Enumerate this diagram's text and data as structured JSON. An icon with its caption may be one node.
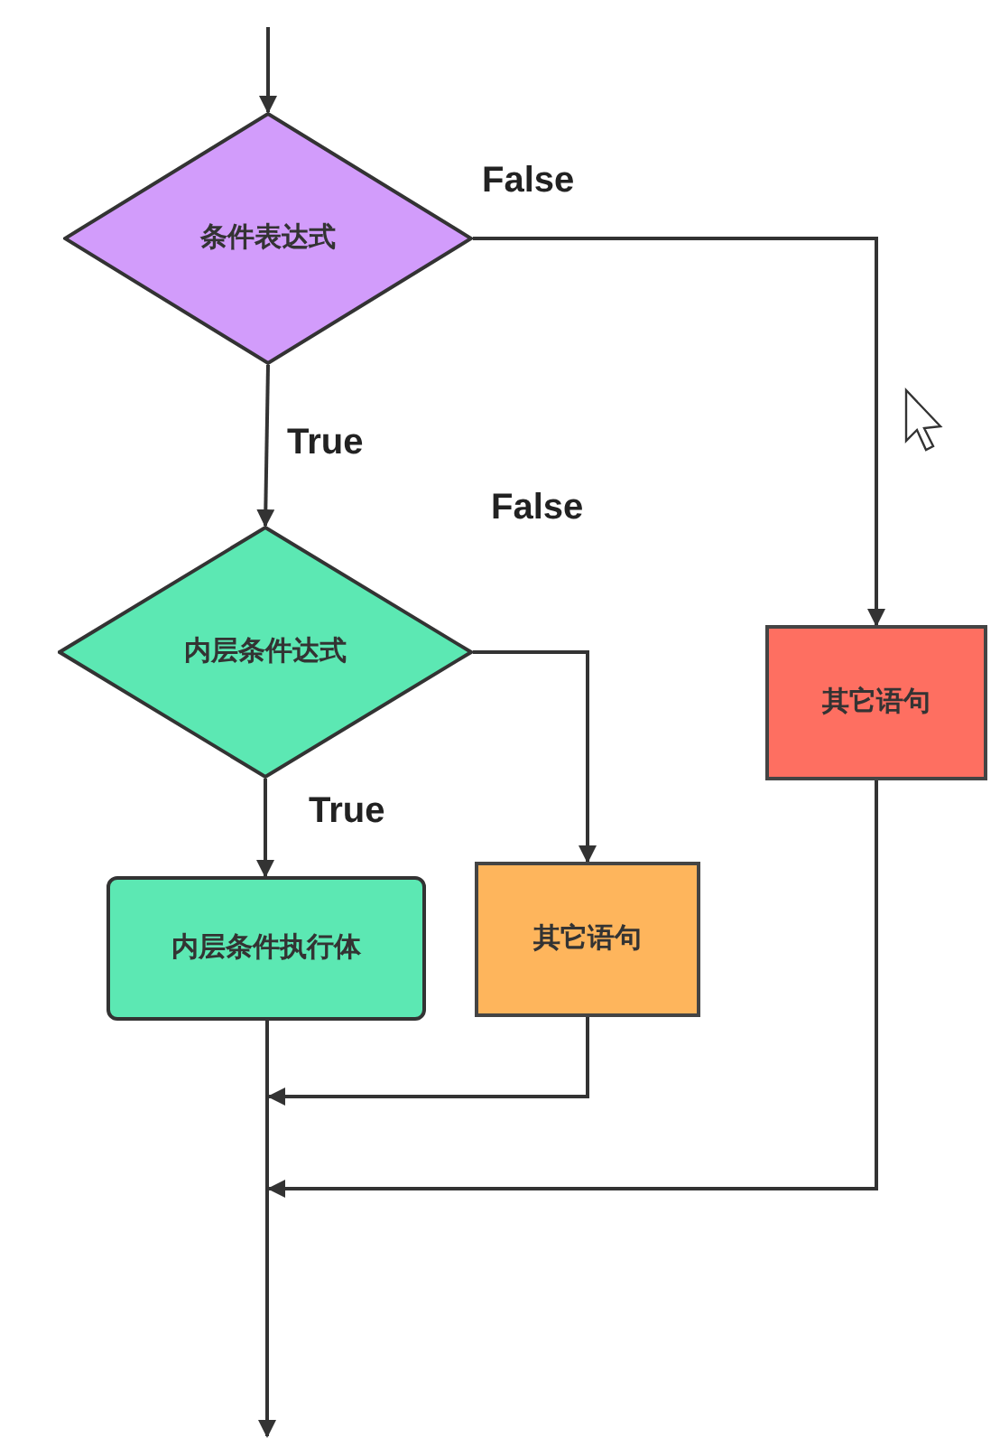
{
  "diagram": {
    "nodes": [
      {
        "text": [
          "条件表达式"
        ]
      },
      {
        "text": [
          "内层条件达式"
        ]
      },
      {
        "text": [
          "其它语句"
        ]
      },
      {
        "text": [
          "内层条件执行体"
        ]
      },
      {
        "text": [
          "其它语句"
        ]
      }
    ],
    "edges": [
      {
        "from": null,
        "to": 0,
        "arrow": "to"
      },
      {
        "from": 0,
        "to": 1,
        "arrow": "to",
        "label": "True"
      },
      {
        "from": 0,
        "to": 2,
        "arrow": "to",
        "label": "False"
      },
      {
        "from": 1,
        "to": 3,
        "arrow": "to",
        "label": "True"
      },
      {
        "from": 1,
        "to": 4,
        "arrow": "to",
        "label": "False"
      },
      {
        "from": 3,
        "to": null,
        "arrow": "to"
      },
      {
        "from": 4,
        "to": null,
        "arrow": "to"
      },
      {
        "from": 2,
        "to": null,
        "arrow": "to"
      }
    ]
  }
}
